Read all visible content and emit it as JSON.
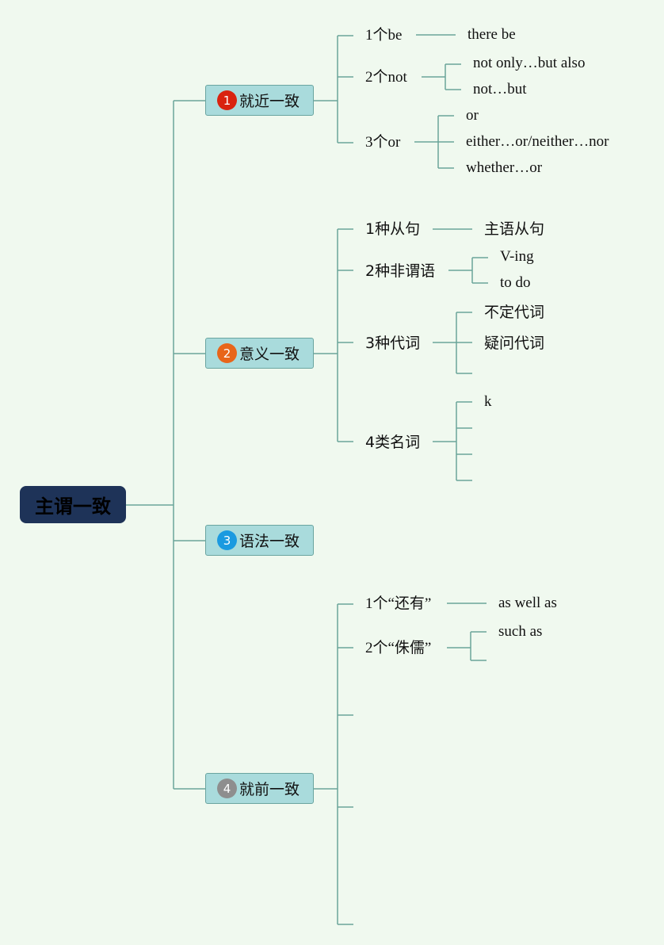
{
  "root": {
    "label": "主谓一致"
  },
  "colors": {
    "background": "#f0f9ef",
    "root_fill": "#1e3358",
    "node_fill": "#a9dbdc",
    "line": "#6aa59a"
  },
  "branches": [
    {
      "number": "1",
      "badge_color": "#d9230f",
      "label": "就近一致",
      "children": [
        {
          "label": "1个be",
          "items": [
            "there be"
          ]
        },
        {
          "label": "2个not",
          "items": [
            "not only…but also",
            "not…but"
          ]
        },
        {
          "label": "3个or",
          "items": [
            "or",
            "either…or/neither…nor",
            "whether…or"
          ]
        }
      ]
    },
    {
      "number": "2",
      "badge_color": "#e8651a",
      "label": "意义一致",
      "children": [
        {
          "label": "1种从句",
          "items": [
            "主语从句"
          ]
        },
        {
          "label": "2种非谓语",
          "items": [
            "V-ing",
            "to do"
          ]
        },
        {
          "label": "3种代词",
          "items": [
            "不定代词",
            "疑问代词"
          ]
        },
        {
          "label": "4类名词",
          "items": [
            "k"
          ]
        }
      ]
    },
    {
      "number": "3",
      "badge_color": "#1b9ae0",
      "label": "语法一致",
      "children": []
    },
    {
      "number": "4",
      "badge_color": "#8e8e8e",
      "label": "就前一致",
      "children": [
        {
          "label": "1个“还有”",
          "items": [
            "as well as"
          ]
        },
        {
          "label": "2个“侏儒”",
          "items": [
            "such as"
          ]
        }
      ]
    }
  ]
}
